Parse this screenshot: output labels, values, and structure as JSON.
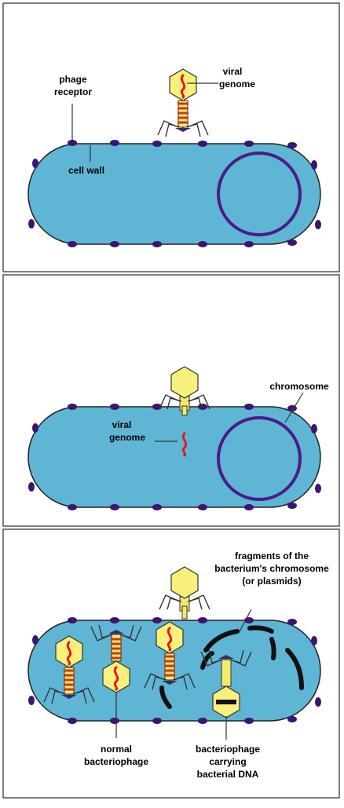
{
  "colors": {
    "cell_fill": "#5fb5d4",
    "cell_stroke": "#222222",
    "chromosome": "#4b1b8a",
    "receptor": "#3b1670",
    "head_fill": "#f7f07a",
    "genome": "#e21b1b",
    "tail_band": "#c43a1a",
    "leg": "#333333"
  },
  "panel1": {
    "label_phage_receptor_1": "phage",
    "label_phage_receptor_2": "receptor",
    "label_cell_wall": "cell wall",
    "label_viral_genome_1": "viral",
    "label_viral_genome_2": "genome"
  },
  "panel2": {
    "label_chromosome": "chromosome",
    "label_viral_genome_1": "viral",
    "label_viral_genome_2": "genome"
  },
  "panel3": {
    "label_fragments_1": "fragments of the",
    "label_fragments_2": "bacterium's chromosome",
    "label_fragments_3": "(or plasmids)",
    "label_normal_1": "normal",
    "label_normal_2": "bacteriophage",
    "label_carrying_1": "bacteriophage",
    "label_carrying_2": "carrying",
    "label_carrying_3": "bacterial DNA"
  }
}
